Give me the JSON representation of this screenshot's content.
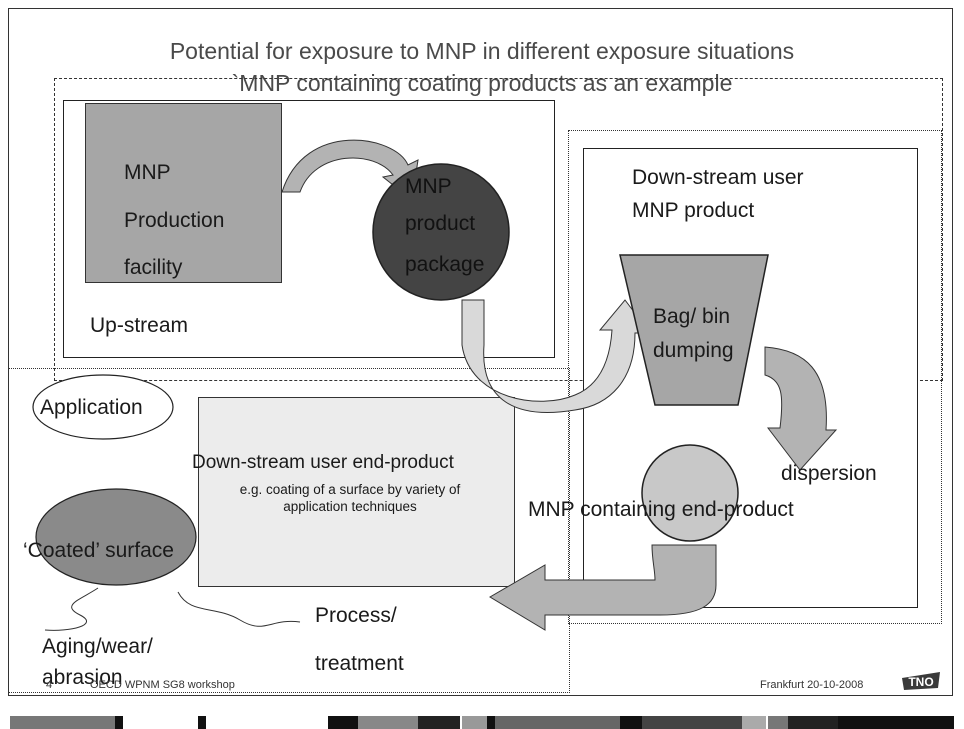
{
  "title": {
    "line1": "Potential for exposure to MNP in different exposure situations",
    "line2": "`MNP containing coating products as an example"
  },
  "production": {
    "line1": "MNP",
    "line2": "Production",
    "line3": "facility"
  },
  "package": {
    "line1": "MNP",
    "line2": "product",
    "line3": "package"
  },
  "upstream": "Up-stream",
  "downstream_user": {
    "line1": "Down-stream user",
    "line2": "MNP product"
  },
  "bag": {
    "line1": "Bag/ bin",
    "line2": "dumping"
  },
  "dispersion": "dispersion",
  "end_product": "MNP containing end-product",
  "application": "Application",
  "end_product_box": {
    "title": "Down-stream user end-product",
    "desc": "e.g. coating of  a surface by variety of application techniques"
  },
  "coated_surface": "‘Coated’ surface",
  "process": {
    "line1": "Process/",
    "line2": "treatment"
  },
  "aging": {
    "line1": "Aging/wear/",
    "line2": "abrasion"
  },
  "footer": {
    "page": "4",
    "left": "OECD WPNM SG8 workshop",
    "right": "Frankfurt 20-10-2008",
    "logo": "TNO"
  },
  "colors": {
    "production_fill": "#a6a6a6",
    "package_fill": "#444444",
    "bag_fill": "#a6a6a6",
    "endproduct_fill": "#c8c8c8",
    "box_fill": "#ececec",
    "coated_fill": "#8a8a8a",
    "arrow_fill": "#b3b3b3"
  }
}
